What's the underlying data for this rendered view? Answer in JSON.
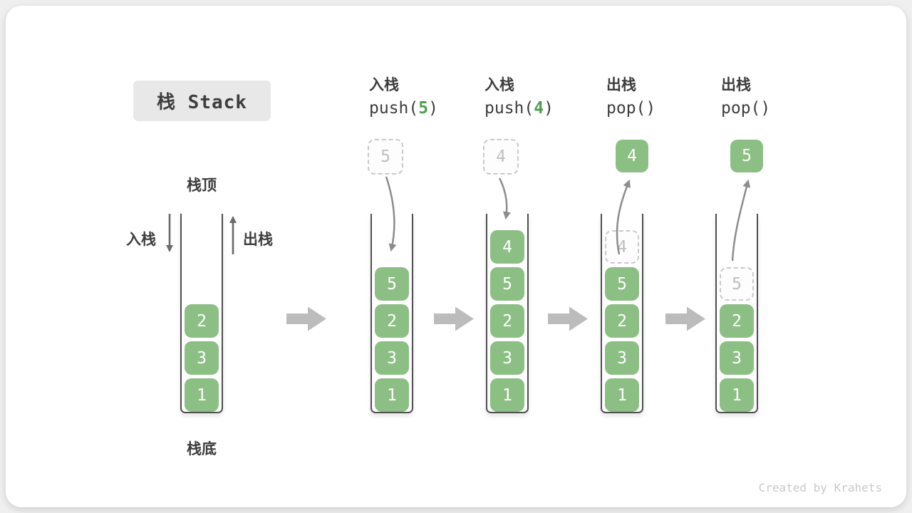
{
  "title": "栈 Stack",
  "watermark": "Created by Krahets",
  "first_stack_labels": {
    "top": "栈顶",
    "bottom": "栈底",
    "push": "入栈",
    "pop": "出栈"
  },
  "colors": {
    "block_green": "#8cbf84",
    "code_arg_green": "#4f9e4f",
    "label_text": "#3d3d3d",
    "curved_arrow": "#8c8c8c",
    "step_arrow": "#bcbcbc",
    "ghost_border": "#c9c9c9",
    "ghost_text": "#bfbfbf",
    "title_bg": "#e8e8e8",
    "watermark_text": "#c9c9c9"
  },
  "stacks": [
    {
      "id": "state-initial",
      "dir": "none",
      "cells": [
        {
          "v": "2",
          "t": "solid"
        },
        {
          "v": "3",
          "t": "solid"
        },
        {
          "v": "1",
          "t": "solid"
        }
      ]
    },
    {
      "id": "state-push-5",
      "dir": "push",
      "op": {
        "label": "入栈",
        "code_pre": "push(",
        "code_arg": "5",
        "code_post": ")"
      },
      "float_box": {
        "v": "5",
        "t": "ghost"
      },
      "cells": [
        {
          "v": "5",
          "t": "solid"
        },
        {
          "v": "2",
          "t": "solid"
        },
        {
          "v": "3",
          "t": "solid"
        },
        {
          "v": "1",
          "t": "solid"
        }
      ]
    },
    {
      "id": "state-push-4",
      "dir": "push",
      "op": {
        "label": "入栈",
        "code_pre": "push(",
        "code_arg": "4",
        "code_post": ")"
      },
      "float_box": {
        "v": "4",
        "t": "ghost"
      },
      "cells": [
        {
          "v": "4",
          "t": "solid"
        },
        {
          "v": "5",
          "t": "solid"
        },
        {
          "v": "2",
          "t": "solid"
        },
        {
          "v": "3",
          "t": "solid"
        },
        {
          "v": "1",
          "t": "solid"
        }
      ]
    },
    {
      "id": "state-pop-4",
      "dir": "pop",
      "op": {
        "label": "出栈",
        "code_pre": "pop(",
        "code_arg": "",
        "code_post": ")"
      },
      "float_box": {
        "v": "4",
        "t": "solid"
      },
      "cells": [
        {
          "v": "4",
          "t": "ghost"
        },
        {
          "v": "5",
          "t": "solid"
        },
        {
          "v": "2",
          "t": "solid"
        },
        {
          "v": "3",
          "t": "solid"
        },
        {
          "v": "1",
          "t": "solid"
        }
      ]
    },
    {
      "id": "state-pop-5",
      "dir": "pop",
      "op": {
        "label": "出栈",
        "code_pre": "pop(",
        "code_arg": "",
        "code_post": ")"
      },
      "float_box": {
        "v": "5",
        "t": "solid"
      },
      "cells": [
        {
          "v": "5",
          "t": "ghost"
        },
        {
          "v": "2",
          "t": "solid"
        },
        {
          "v": "3",
          "t": "solid"
        },
        {
          "v": "1",
          "t": "solid"
        }
      ]
    }
  ]
}
